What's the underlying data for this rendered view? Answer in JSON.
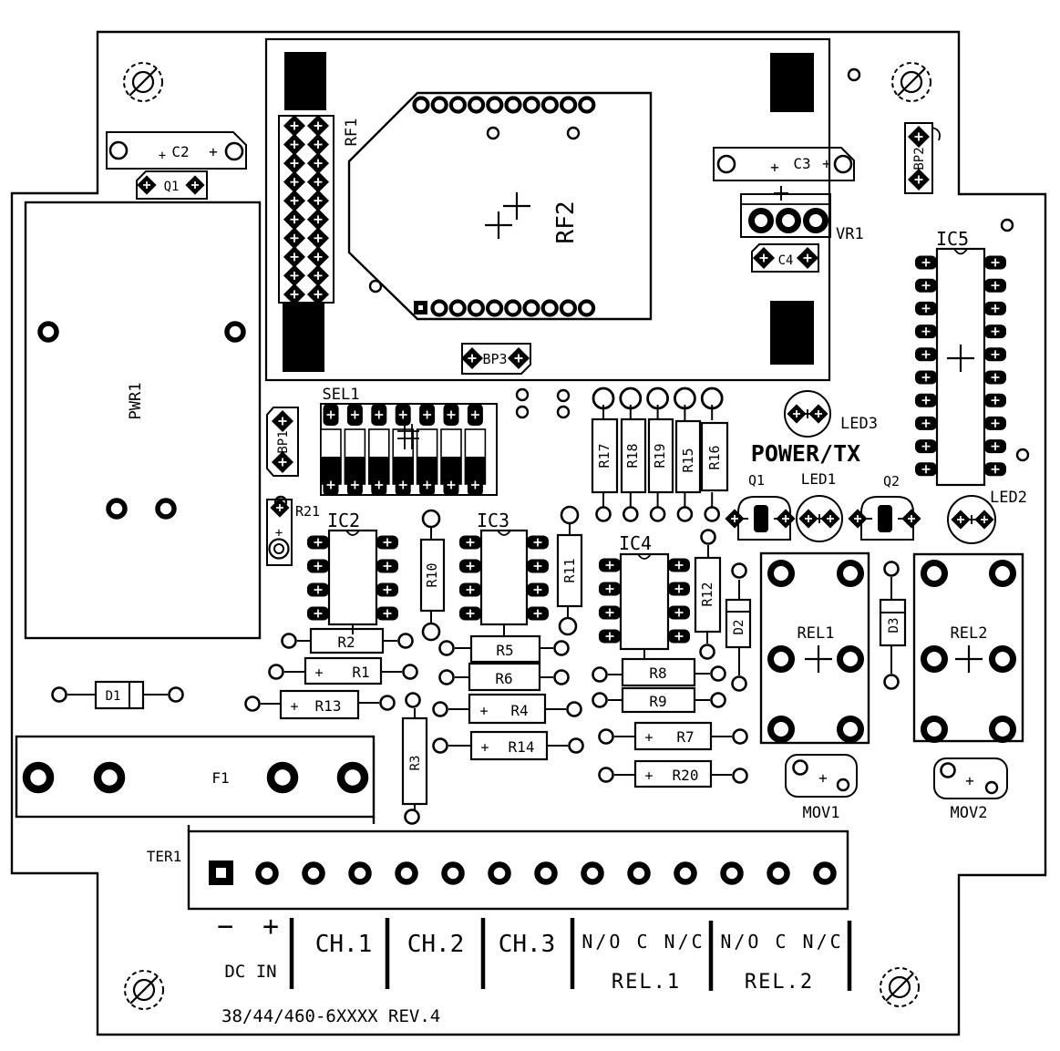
{
  "meta": {
    "board_code": "38/44/460-6XXXX REV.4"
  },
  "colors": {
    "ink": "#000000",
    "background": "#ffffff"
  },
  "symbols": {
    "plus": "+",
    "minus": "-"
  },
  "components": {
    "c2": "C2",
    "q1_top": "Q1",
    "rf1": "RF1",
    "rf2": "RF2",
    "bp3": "BP3",
    "c3": "C3",
    "vr1": "VR1",
    "c4": "C4",
    "bp2": "BP2",
    "ic5": "IC5",
    "pwr1": "PWR1",
    "bp1": "BP1",
    "sel1": "SEL1",
    "r21": "R21",
    "r17": "R17",
    "r18": "R18",
    "r19": "R19",
    "r15": "R15",
    "r16": "R16",
    "power_tx": "POWER/TX",
    "led3": "LED3",
    "q1": "Q1",
    "led1": "LED1",
    "q2": "Q2",
    "led2": "LED2",
    "ic2": "IC2",
    "ic3": "IC3",
    "ic4": "IC4",
    "r10": "R10",
    "r11": "R11",
    "r12": "R12",
    "d2": "D2",
    "d3": "D3",
    "rel1": "REL1",
    "rel2": "REL2",
    "mov1": "MOV1",
    "mov2": "MOV2",
    "r2": "R2",
    "r1": "R1",
    "r13": "R13",
    "r3": "R3",
    "r5": "R5",
    "r6": "R6",
    "r4": "R4",
    "r14": "R14",
    "r8": "R8",
    "r9": "R9",
    "r7": "R7",
    "r20": "R20",
    "d1": "D1",
    "f1": "F1",
    "ter1": "TER1"
  },
  "terminal_block": {
    "dc_minus": "−",
    "dc_plus": "+",
    "dc_in": "DC IN",
    "ch1": "CH.1",
    "ch2": "CH.2",
    "ch3": "CH.3",
    "rel1_contacts": "N/O C N/C",
    "rel2_contacts": "N/O C N/C",
    "rel1_label": "REL.1",
    "rel2_label": "REL.2"
  }
}
